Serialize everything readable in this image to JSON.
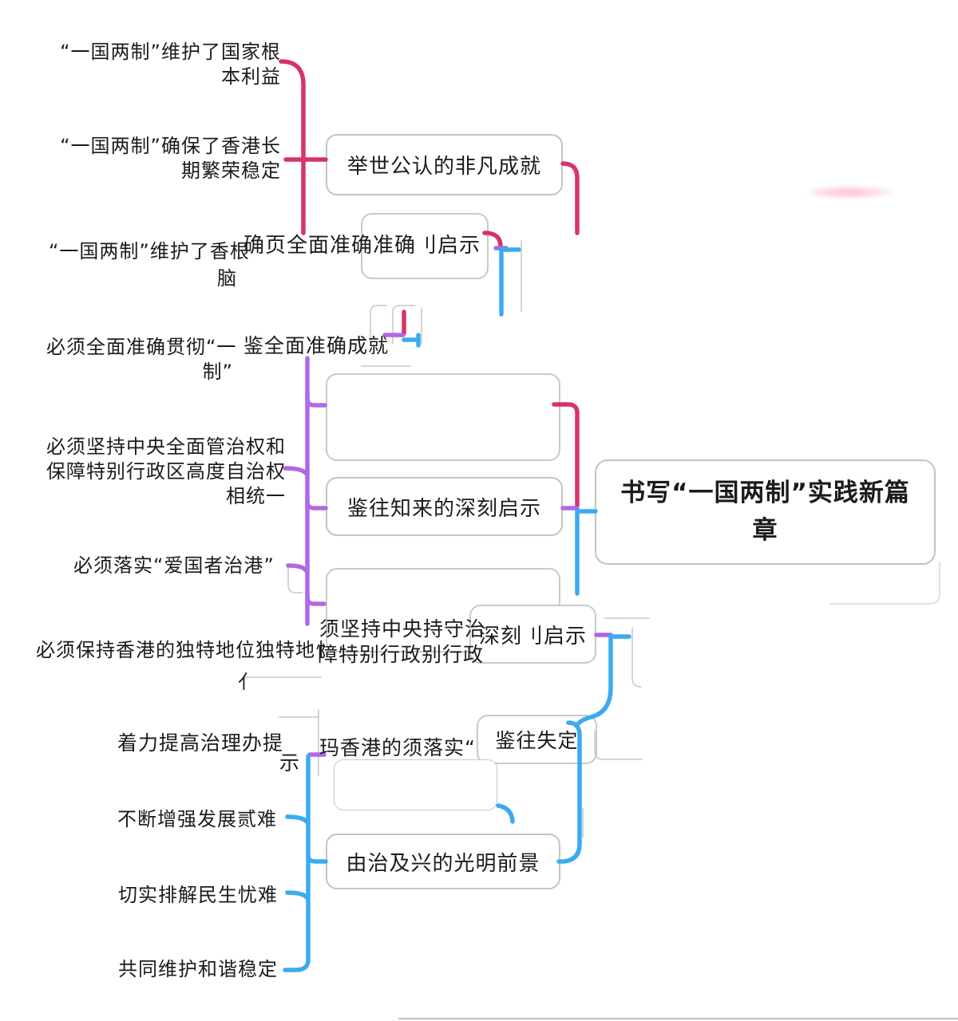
{
  "colors": {
    "crimson": "#d6336c",
    "purple": "#b168e4",
    "blue": "#3aabf0",
    "box_border": "#c4c4c4",
    "glitch_gray": "#cfcfcf",
    "text": "#1b1b1b",
    "smudge_pink": "#f8aabe"
  },
  "central": {
    "line1": "书写“一国两制”实践新篇",
    "line2": "章"
  },
  "branches": {
    "top": {
      "label": "举世公认的非凡成就"
    },
    "middle": {
      "label": "鉴往知来的深刻启示"
    },
    "bottom": {
      "label": "由治及兴的光明前景"
    }
  },
  "ghosts": {
    "insight_fragment": "深刻刂启示",
    "review_fragment": "鉴往失定"
  },
  "leaves": {
    "top1_l1": "“一国两制”维护了国家根",
    "top1_l2": "本利益",
    "top2_l1": "“一国两制”确保了香港长",
    "top2_l2": "期繁荣稳定",
    "top3_main": "“一国两制”维护了香根",
    "top3_frag": "脑",
    "top3_overlap": "确页全面准确准确刂启示",
    "mid1_l1": "必须全面准确贯彻“一",
    "mid1_l2": "制”",
    "mid1_overlap": "鉴全面准确成就",
    "mid2_l1": "必须坚持中央全面管治权和",
    "mid2_l2": "保障特别行政区高度自治权",
    "mid2_l3": "相统一",
    "mid3": "必须落实“爱国者治港”",
    "mid4_main": "必须保持香港的独特地位独特地忄",
    "mid4_frag": "亻",
    "mid4_overlap_l1": "须坚持中央持守治",
    "mid4_overlap_l2": "障特别行政别行政",
    "bot1_main": "着力提高治理办提",
    "bot1_frag": "示",
    "bot1_overlap": "玛香港的须落实“",
    "bot2": "不断增强发展贰难",
    "bot3": "切实排解民生忧难",
    "bot4": "共同维护和谐稳定"
  }
}
